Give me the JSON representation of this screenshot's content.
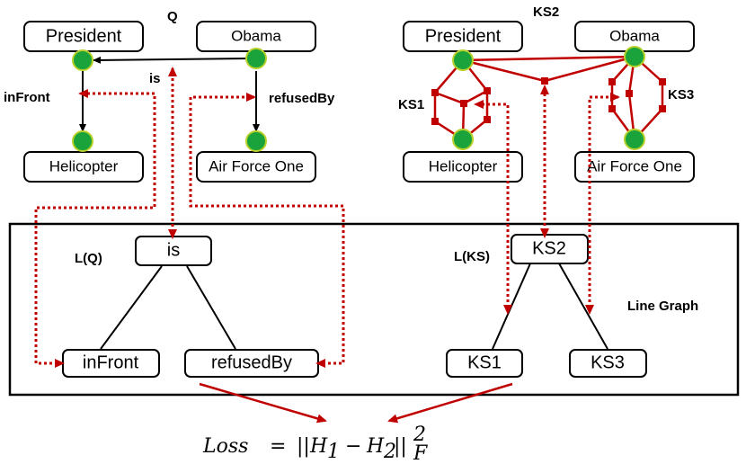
{
  "query_graph": {
    "label": "Q",
    "nodes": {
      "president": "President",
      "obama": "Obama",
      "helicopter": "Helicopter",
      "air_force_one": "Air Force One"
    },
    "edges": {
      "is": "is",
      "in_front": "inFront",
      "refused_by": "refusedBy"
    }
  },
  "knowledge_graph": {
    "label": "KS2",
    "subgraphs": [
      "KS1",
      "KS3"
    ],
    "nodes": {
      "president": "President",
      "obama": "Obama",
      "helicopter": "Helicopter",
      "air_force_one": "Air Force One"
    }
  },
  "line_graph_q": {
    "label": "L(Q)",
    "root": "is",
    "left": "inFront",
    "right": "refusedBy"
  },
  "line_graph_ks": {
    "label": "L(KS)",
    "root": "KS2",
    "left": "KS1",
    "right": "KS3"
  },
  "panel_label": "Line Graph",
  "loss": {
    "lhs": "Loss",
    "eq": "=",
    "h1": "H",
    "h1_sub": "1",
    "minus": "−",
    "h2": "H",
    "h2_sub": "2",
    "pow": "2",
    "norm_sub": "F"
  },
  "colors": {
    "node_fill": "#1aa33a",
    "accent_red": "#c00000"
  }
}
